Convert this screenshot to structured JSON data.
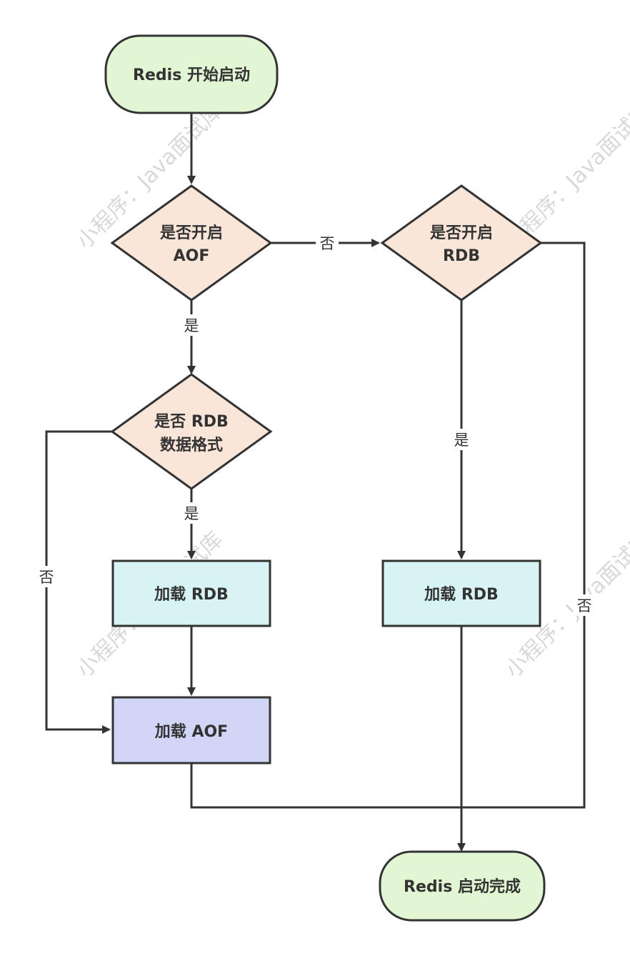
{
  "colors": {
    "terminal_fill": "#e2f6d4",
    "decision_fill": "#fae6d8",
    "process_rdb_fill": "#d8f3f3",
    "process_aof_fill": "#d1d5f6",
    "stroke": "#333333",
    "text": "#333333",
    "watermark": "#d8d8d8"
  },
  "nodes": {
    "start": {
      "label": "Redis 开始启动"
    },
    "aof_decision": {
      "line1": "是否开启",
      "line2": "AOF"
    },
    "rdb_decision": {
      "line1": "是否开启",
      "line2": "RDB"
    },
    "rdb_format_decision": {
      "line1": "是否 RDB",
      "line2": "数据格式"
    },
    "load_rdb_left": {
      "label": "加载 RDB"
    },
    "load_rdb_right": {
      "label": "加载 RDB"
    },
    "load_aof": {
      "label": "加载 AOF"
    },
    "end": {
      "label": "Redis 启动完成"
    }
  },
  "edge_labels": {
    "aof_no": "否",
    "aof_yes": "是",
    "format_yes": "是",
    "format_no": "否",
    "rdb_yes": "是",
    "rdb_no": "否"
  },
  "watermark": "小程序：Java面试库"
}
